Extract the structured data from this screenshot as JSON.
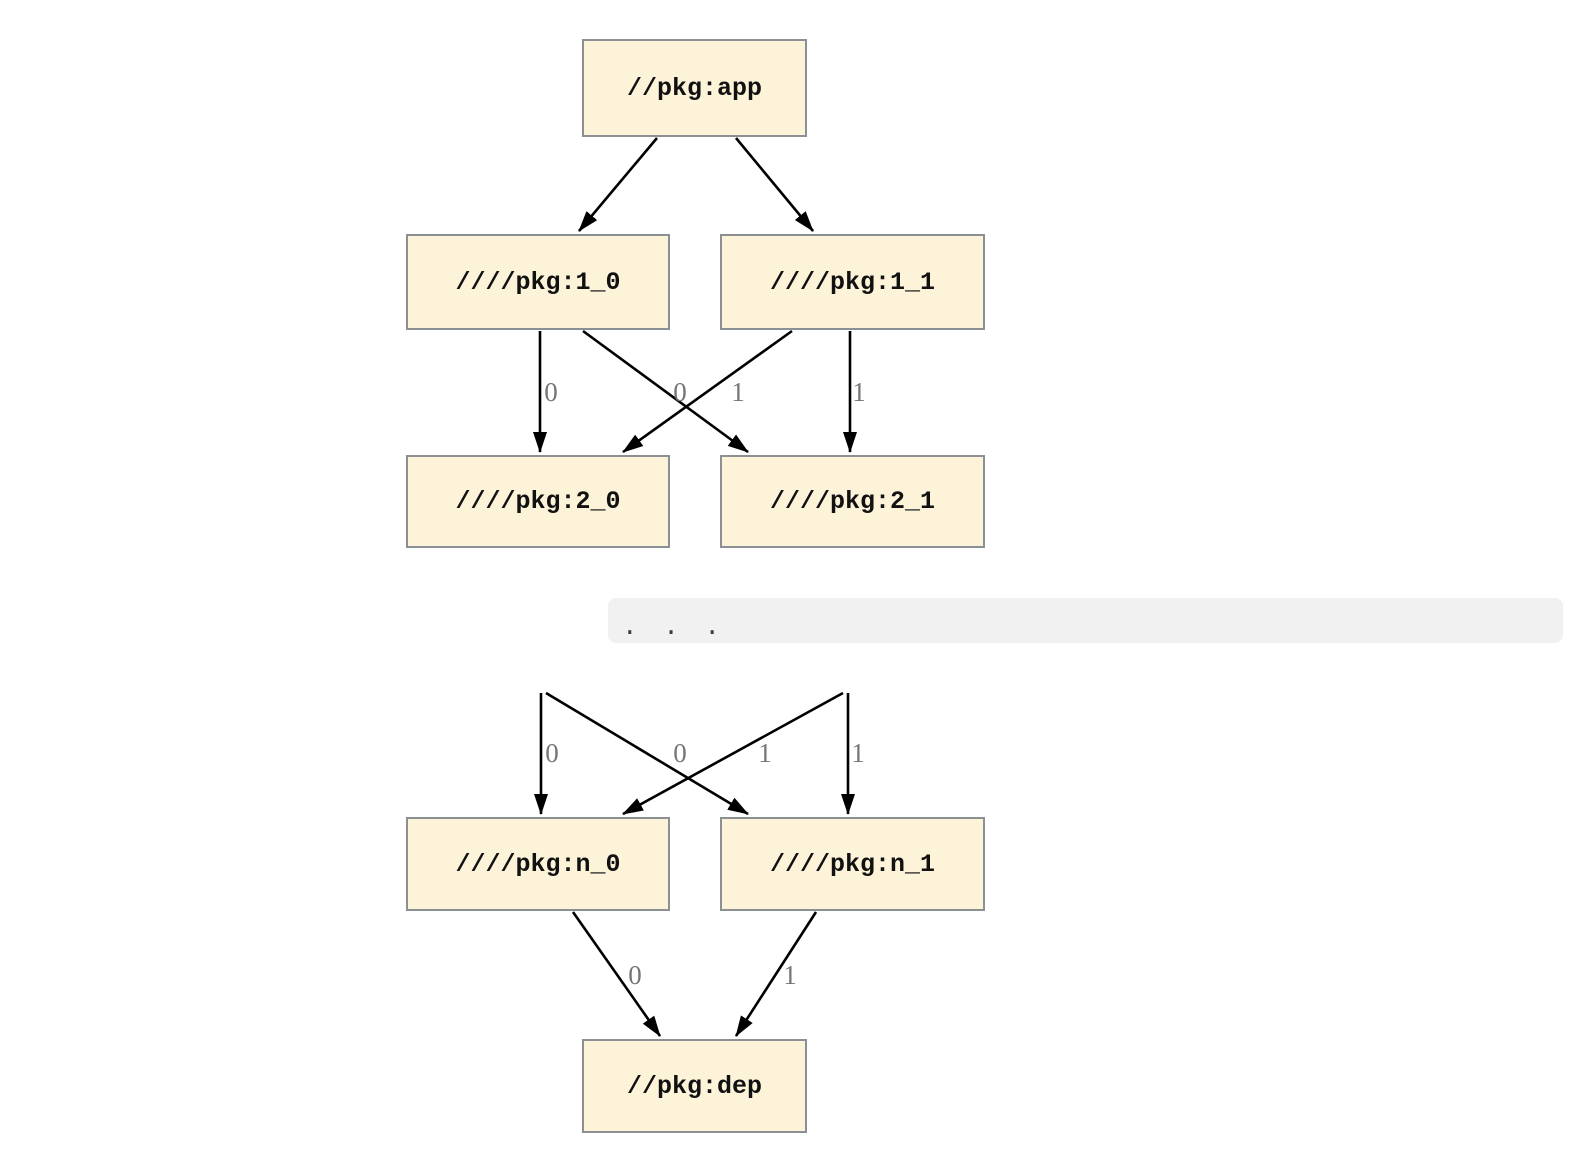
{
  "diagram": {
    "description": "Package dependency graph with elided middle rows",
    "nodes": {
      "app": {
        "label": "//pkg:app"
      },
      "l1_0": {
        "label": "////pkg:1_0"
      },
      "l1_1": {
        "label": "////pkg:1_1"
      },
      "l2_0": {
        "label": "////pkg:2_0"
      },
      "l2_1": {
        "label": "////pkg:2_1"
      },
      "ln_0": {
        "label": "////pkg:n_0"
      },
      "ln_1": {
        "label": "////pkg:n_1"
      },
      "dep": {
        "label": "//pkg:dep"
      }
    },
    "ellipsis": ". . .",
    "edges": [
      {
        "from": "//pkg:app",
        "to": "////pkg:1_0",
        "label": ""
      },
      {
        "from": "//pkg:app",
        "to": "////pkg:1_1",
        "label": ""
      },
      {
        "from": "////pkg:1_0",
        "to": "////pkg:2_0",
        "label": "0"
      },
      {
        "from": "////pkg:1_0",
        "to": "////pkg:2_1",
        "label": "1"
      },
      {
        "from": "////pkg:1_1",
        "to": "////pkg:2_0",
        "label": "0"
      },
      {
        "from": "////pkg:1_1",
        "to": "////pkg:2_1",
        "label": "1"
      },
      {
        "from": "…",
        "to": "////pkg:n_0",
        "label": "0"
      },
      {
        "from": "…",
        "to": "////pkg:n_1",
        "label": "1"
      },
      {
        "from": "…",
        "to": "////pkg:n_0",
        "label": "0"
      },
      {
        "from": "…",
        "to": "////pkg:n_1",
        "label": "1"
      },
      {
        "from": "////pkg:n_0",
        "to": "//pkg:dep",
        "label": "0"
      },
      {
        "from": "////pkg:n_1",
        "to": "//pkg:dep",
        "label": "1"
      }
    ],
    "edge_labels": {
      "upper": [
        "0",
        "0",
        "1",
        "1"
      ],
      "middle": [
        "0",
        "0",
        "1",
        "1"
      ],
      "lower": [
        "0",
        "1"
      ]
    },
    "colors": {
      "node_fill": "#fcf3d9",
      "node_border": "#8a9094",
      "edge": "#000000",
      "edge_label": "#757575",
      "band_fill": "#f1f1f1",
      "ellipsis_dots": "#3d3d3d",
      "background": "#ffffff"
    }
  }
}
